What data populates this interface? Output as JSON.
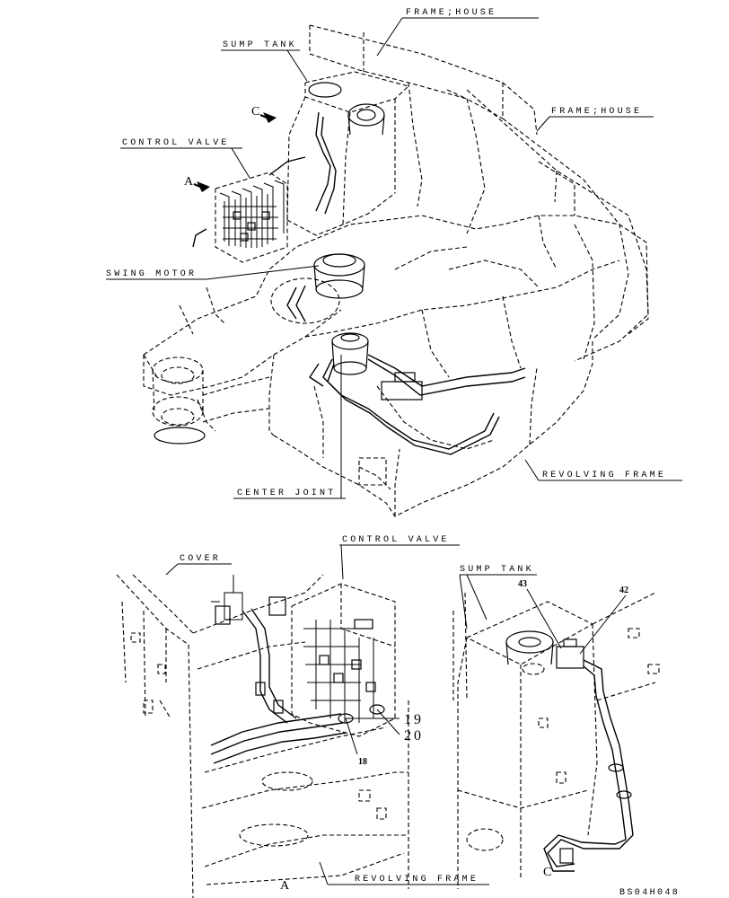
{
  "figure_code": "BS04H048",
  "main_view": {
    "labels": {
      "frame_house_top": "FRAME;HOUSE",
      "sump_tank": "SUMP TANK",
      "frame_house_right": "FRAME;HOUSE",
      "control_valve": "CONTROL VALVE",
      "swing_motor": "SWING MOTOR",
      "revolving_frame": "REVOLVING FRAME",
      "center_joint": "CENTER JOINT"
    },
    "view_arrows": {
      "a": "A",
      "c": "C"
    }
  },
  "detail_a": {
    "labels": {
      "cover": "COVER",
      "control_valve": "CONTROL VALVE",
      "revolving_frame": "REVOLVING FRAME"
    },
    "parts": {
      "p19": "19",
      "p20": "20",
      "p18": "18"
    },
    "view_letter": "A"
  },
  "detail_c": {
    "labels": {
      "sump_tank": "SUMP TANK"
    },
    "parts": {
      "p43": "43",
      "p42": "42"
    },
    "view_letter": "C"
  }
}
